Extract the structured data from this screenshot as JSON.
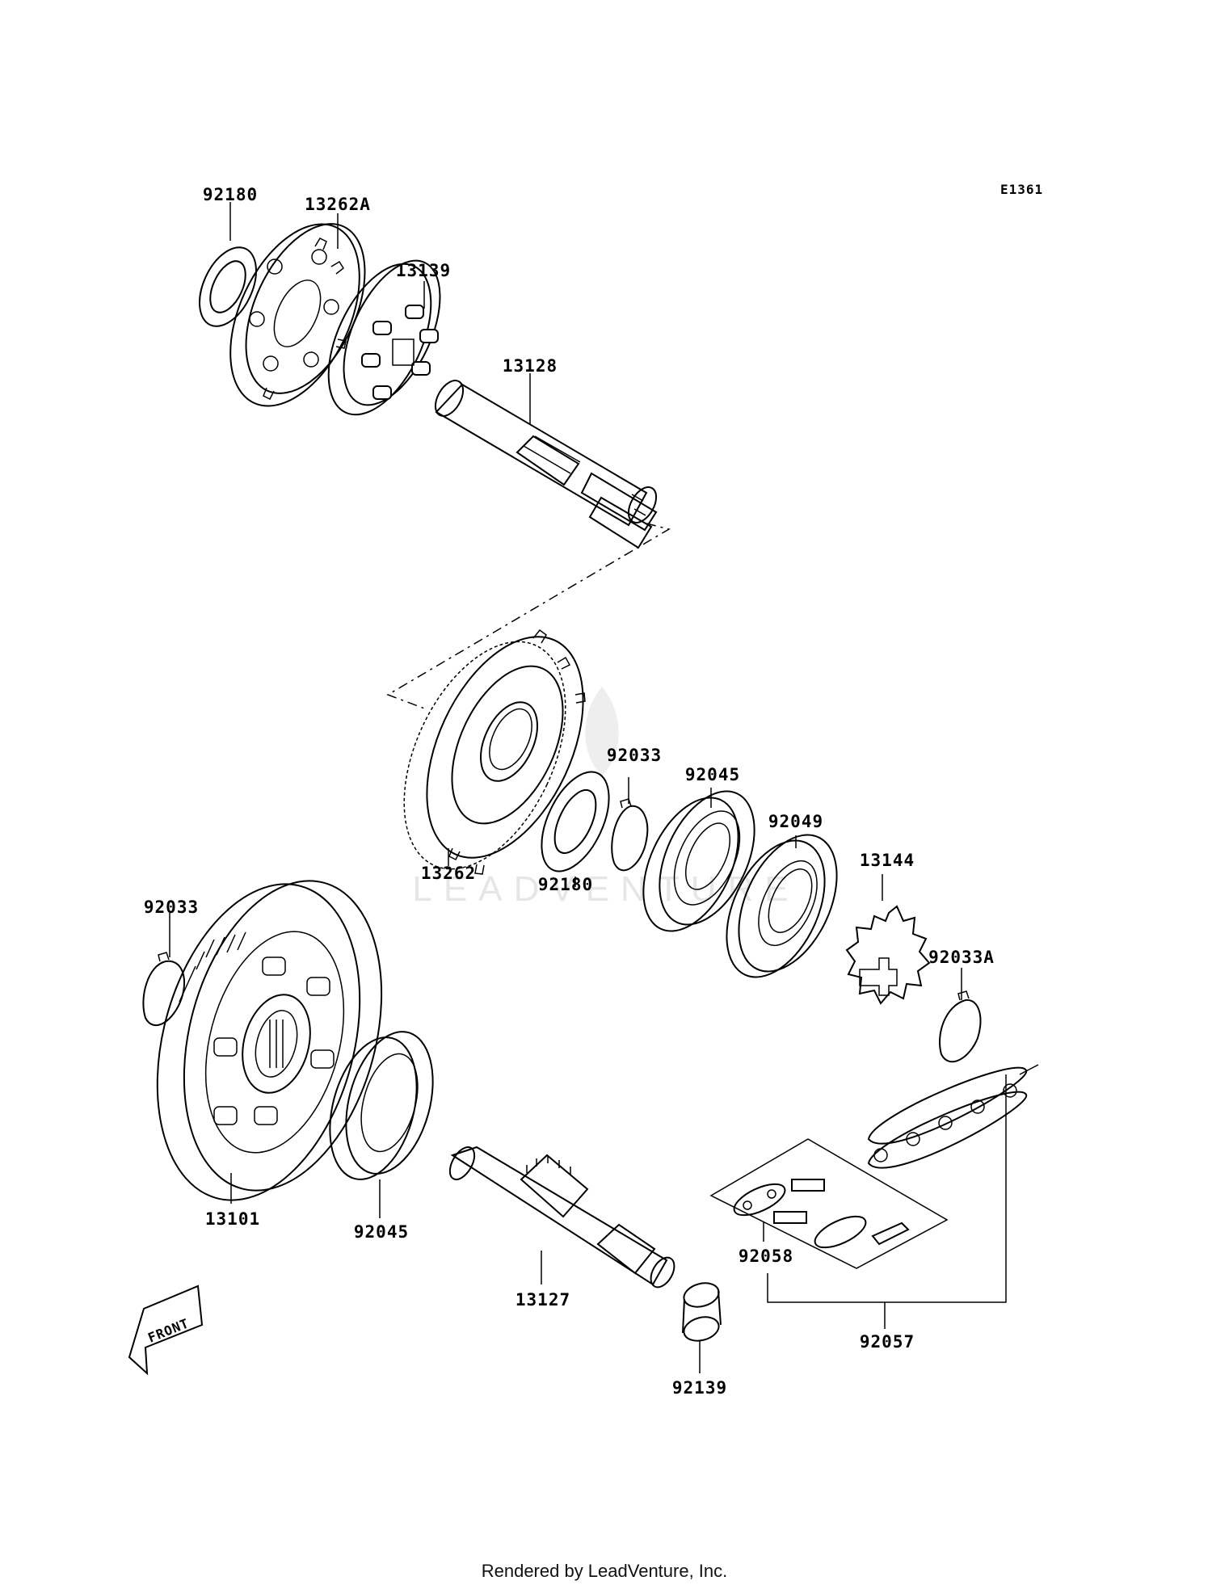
{
  "diagram": {
    "code": "E1361",
    "front_label": "FRONT",
    "watermark": "LEADVENTURE",
    "footer": "Rendered by LeadVenture, Inc.",
    "labels": {
      "p92180_top": "92180",
      "p13262A": "13262A",
      "p13139": "13139",
      "p13128": "13128",
      "p92033_mid": "92033",
      "p92045_mid": "92045",
      "p92049": "92049",
      "p13144": "13144",
      "p13262": "13262",
      "p92180_mid": "92180",
      "p92033_left": "92033",
      "p92033A": "92033A",
      "p13101": "13101",
      "p92045_low": "92045",
      "p13127": "13127",
      "p92058": "92058",
      "p92139": "92139",
      "p92057": "92057"
    }
  }
}
